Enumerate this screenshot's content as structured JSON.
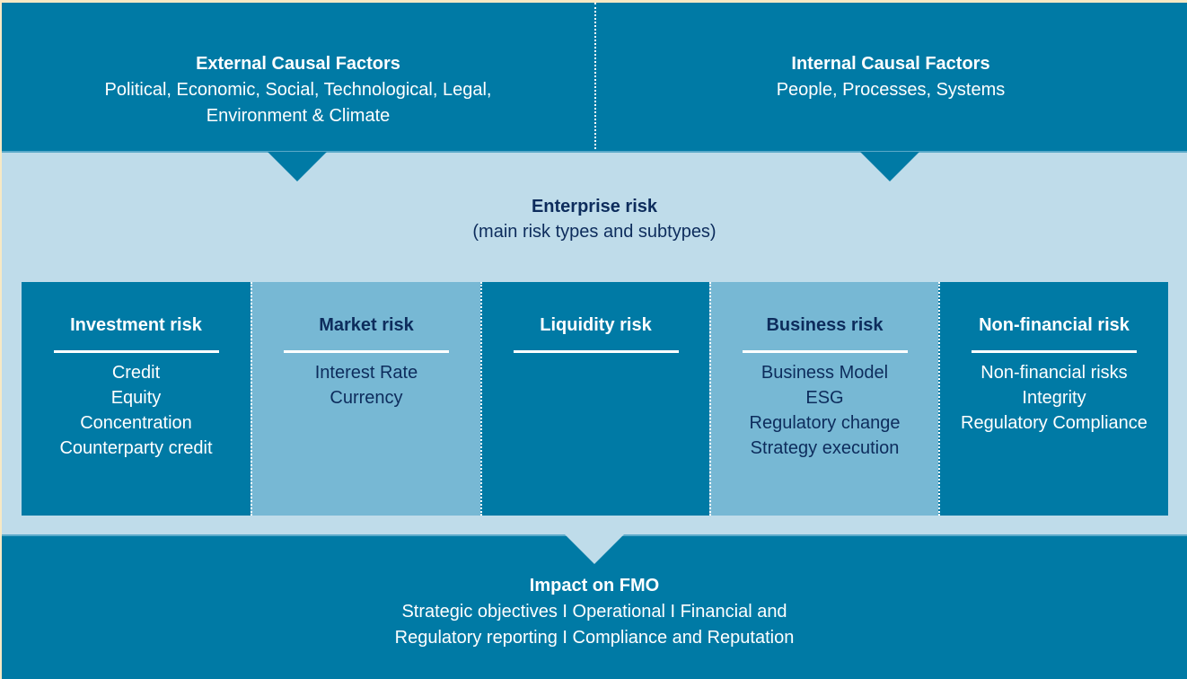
{
  "colors": {
    "dark_blue": "#007aa5",
    "light_panel": "#bfdcea",
    "mid_blue": "#77b8d4",
    "navy_text": "#0d2c5c",
    "white": "#ffffff"
  },
  "causal_factors": {
    "external": {
      "title": "External Causal Factors",
      "lines": [
        "Political, Economic, Social, Technological, Legal,",
        "Environment & Climate"
      ]
    },
    "internal": {
      "title": "Internal Causal Factors",
      "lines": [
        "People, Processes, Systems"
      ]
    }
  },
  "enterprise": {
    "title": "Enterprise risk",
    "subtitle": "(main risk types and subtypes)"
  },
  "risks": [
    {
      "title": "Investment risk",
      "items": [
        "Credit",
        "Equity",
        "Concentration",
        "Counterparty credit"
      ]
    },
    {
      "title": "Market risk",
      "items": [
        "Interest Rate",
        "Currency"
      ]
    },
    {
      "title": "Liquidity risk",
      "items": []
    },
    {
      "title": "Business risk",
      "items": [
        "Business Model",
        "ESG",
        "Regulatory change",
        "Strategy execution"
      ]
    },
    {
      "title": "Non-financial risk",
      "items": [
        "Non-financial risks",
        "Integrity",
        "Regulatory Compliance"
      ]
    }
  ],
  "impact": {
    "title": "Impact on FMO",
    "lines": [
      "Strategic objectives I Operational I Financial and",
      "Regulatory reporting I Compliance and Reputation"
    ]
  }
}
